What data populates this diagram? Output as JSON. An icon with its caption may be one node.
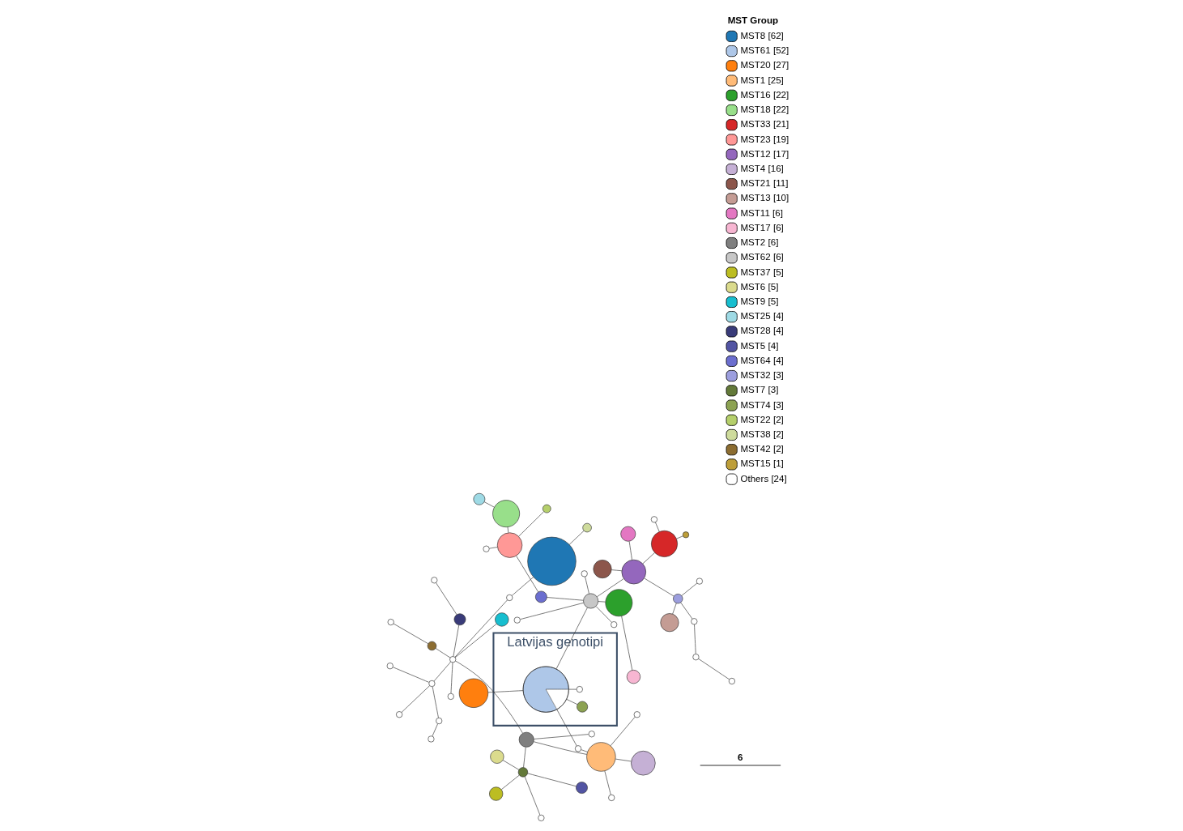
{
  "diagram": {
    "nodes": [
      {
        "text": [
          "Latvijas genotipi"
        ]
      },
      {
        "text": [],
        "shape": "circle",
        "in": 0
      },
      {
        "text": [],
        "shape": "circle",
        "in": 0
      },
      {
        "text": [],
        "shape": "circle",
        "in": 0
      },
      {
        "text": [],
        "shape": "circle"
      },
      {
        "text": [],
        "shape": "circle"
      },
      {
        "text": [],
        "shape": "circle"
      },
      {
        "text": [],
        "shape": "circle"
      },
      {
        "text": [],
        "shape": "circle"
      },
      {
        "text": [],
        "shape": "circle"
      },
      {
        "text": [],
        "shape": "circle"
      },
      {
        "text": [],
        "shape": "circle"
      },
      {
        "text": [],
        "shape": "circle"
      },
      {
        "text": [],
        "shape": "circle"
      },
      {
        "text": [],
        "shape": "circle"
      },
      {
        "text": [],
        "shape": "circle"
      },
      {
        "text": [],
        "shape": "circle"
      },
      {
        "text": [],
        "shape": "circle"
      },
      {
        "text": [],
        "shape": "circle"
      },
      {
        "text": [],
        "shape": "circle"
      },
      {
        "text": [],
        "shape": "circle"
      },
      {
        "text": [],
        "shape": "circle"
      },
      {
        "text": [],
        "shape": "circle"
      },
      {
        "text": [],
        "shape": "circle"
      },
      {
        "text": [],
        "shape": "circle"
      },
      {
        "text": [],
        "shape": "circle"
      },
      {
        "text": [],
        "shape": "circle"
      },
      {
        "text": [],
        "shape": "circle"
      },
      {
        "text": [],
        "shape": "circle"
      },
      {
        "text": [],
        "shape": "circle"
      },
      {
        "text": [],
        "shape": "circle"
      },
      {
        "text": [],
        "shape": "circle"
      },
      {
        "text": [],
        "shape": "circle"
      },
      {
        "text": [],
        "shape": "circle"
      },
      {
        "text": [],
        "shape": "circle"
      },
      {
        "text": [],
        "shape": "circle"
      },
      {
        "text": [],
        "shape": "circle"
      },
      {
        "text": [],
        "shape": "circle"
      },
      {
        "text": [],
        "shape": "circle"
      },
      {
        "text": [],
        "shape": "circle"
      },
      {
        "text": [],
        "shape": "circle"
      },
      {
        "text": [],
        "shape": "circle"
      },
      {
        "text": [],
        "shape": "circle"
      },
      {
        "text": [],
        "shape": "circle"
      },
      {
        "text": [],
        "shape": "circle"
      },
      {
        "text": [],
        "shape": "circle"
      },
      {
        "text": [],
        "shape": "circle"
      },
      {
        "text": [],
        "shape": "circle"
      },
      {
        "text": [],
        "shape": "circle"
      },
      {
        "text": [],
        "shape": "circle"
      },
      {
        "text": [],
        "shape": "circle"
      },
      {
        "text": [],
        "shape": "circle"
      },
      {
        "text": [],
        "shape": "circle"
      },
      {
        "text": [],
        "shape": "circle"
      },
      {
        "text": [],
        "shape": "circle"
      },
      {
        "text": [],
        "shape": "circle"
      }
    ],
    "edges": [
      {
        "from": 1,
        "to": 2,
        "arrow": "none"
      },
      {
        "from": 1,
        "to": 3,
        "arrow": "none"
      },
      {
        "from": 1,
        "to": 4,
        "arrow": "none"
      },
      {
        "from": 1,
        "to": 5,
        "arrow": "none"
      },
      {
        "from": 5,
        "to": 6,
        "arrow": "none"
      },
      {
        "from": 1,
        "to": 32,
        "arrow": "none"
      },
      {
        "from": 6,
        "to": 7,
        "arrow": "none"
      },
      {
        "from": 6,
        "to": 8,
        "arrow": "none"
      },
      {
        "from": 6,
        "to": 9,
        "arrow": "none"
      },
      {
        "from": 6,
        "to": 10,
        "arrow": "none"
      },
      {
        "from": 10,
        "to": 11,
        "arrow": "none"
      },
      {
        "from": 11,
        "to": 12,
        "arrow": "none"
      },
      {
        "from": 11,
        "to": 13,
        "arrow": "none"
      },
      {
        "from": 11,
        "to": 14,
        "arrow": "none"
      },
      {
        "from": 11,
        "to": 15,
        "arrow": "none"
      },
      {
        "from": 10,
        "to": 16,
        "arrow": "none"
      },
      {
        "from": 10,
        "to": 17,
        "arrow": "none"
      },
      {
        "from": 17,
        "to": 18,
        "arrow": "none"
      },
      {
        "from": 18,
        "to": 19,
        "arrow": "none"
      },
      {
        "from": 17,
        "to": 20,
        "arrow": "none"
      },
      {
        "from": 20,
        "to": 21,
        "arrow": "none"
      },
      {
        "from": 17,
        "to": 22,
        "arrow": "none"
      },
      {
        "from": 17,
        "to": 23,
        "arrow": "none"
      },
      {
        "from": 17,
        "to": 24,
        "arrow": "none"
      },
      {
        "from": 24,
        "to": 25,
        "arrow": "none"
      },
      {
        "from": 25,
        "to": 26,
        "arrow": "none"
      },
      {
        "from": 17,
        "to": 27,
        "arrow": "none"
      },
      {
        "from": 27,
        "to": 28,
        "arrow": "none"
      },
      {
        "from": 27,
        "to": 29,
        "arrow": "none"
      },
      {
        "from": 27,
        "to": 30,
        "arrow": "none"
      },
      {
        "from": 30,
        "to": 31,
        "arrow": "none"
      },
      {
        "from": 32,
        "to": 33,
        "arrow": "none"
      },
      {
        "from": 32,
        "to": 34,
        "arrow": "none"
      },
      {
        "from": 32,
        "to": 35,
        "arrow": "none"
      },
      {
        "from": 32,
        "to": 36,
        "arrow": "none"
      },
      {
        "from": 32,
        "to": 37,
        "arrow": "none"
      },
      {
        "from": 37,
        "to": 38,
        "arrow": "none"
      },
      {
        "from": 36,
        "to": 39,
        "arrow": "none"
      },
      {
        "from": 39,
        "to": 40,
        "arrow": "none"
      },
      {
        "from": 40,
        "to": 41,
        "arrow": "none"
      },
      {
        "from": 39,
        "to": 42,
        "arrow": "none"
      },
      {
        "from": 39,
        "to": 43,
        "arrow": "none"
      },
      {
        "from": 32,
        "to": 44,
        "arrow": "none"
      },
      {
        "from": 44,
        "to": 45,
        "arrow": "none"
      },
      {
        "from": 44,
        "to": 46,
        "arrow": "none"
      },
      {
        "from": 46,
        "to": 47,
        "arrow": "none"
      },
      {
        "from": 46,
        "to": 48,
        "arrow": "none"
      },
      {
        "from": 46,
        "to": 49,
        "arrow": "none"
      },
      {
        "from": 49,
        "to": 50,
        "arrow": "none"
      },
      {
        "from": 50,
        "to": 51,
        "arrow": "none"
      },
      {
        "from": 44,
        "to": 52,
        "arrow": "none"
      },
      {
        "from": 52,
        "to": 53,
        "arrow": "none"
      },
      {
        "from": 52,
        "to": 54,
        "arrow": "none"
      },
      {
        "from": 44,
        "to": 55,
        "arrow": "none"
      }
    ],
    "labels": [
      "MST Group",
      "6"
    ],
    "legend": [
      {
        "text": "MST8 [62]",
        "color": "#1f77b4"
      },
      {
        "text": "MST61 [52]",
        "color": "#aec7e8"
      },
      {
        "text": "MST20 [27]",
        "color": "#ff7f0e"
      },
      {
        "text": "MST1 [25]",
        "color": "#ffbb78"
      },
      {
        "text": "MST16 [22]",
        "color": "#2ca02c"
      },
      {
        "text": "MST18 [22]",
        "color": "#98df8a"
      },
      {
        "text": "MST33 [21]",
        "color": "#d62728"
      },
      {
        "text": "MST23 [19]",
        "color": "#ff9896"
      },
      {
        "text": "MST12 [17]",
        "color": "#9467bd"
      },
      {
        "text": "MST4 [16]",
        "color": "#c5b0d5"
      },
      {
        "text": "MST21 [11]",
        "color": "#8c564b"
      },
      {
        "text": "MST13 [10]",
        "color": "#c49c94"
      },
      {
        "text": "MST11 [6]",
        "color": "#e377c2"
      },
      {
        "text": "MST17 [6]",
        "color": "#f7b6d2"
      },
      {
        "text": "MST2 [6]",
        "color": "#7f7f7f"
      },
      {
        "text": "MST62 [6]",
        "color": "#c7c7c7"
      },
      {
        "text": "MST37 [5]",
        "color": "#bcbd22"
      },
      {
        "text": "MST6 [5]",
        "color": "#dbdb8d"
      },
      {
        "text": "MST9 [5]",
        "color": "#17becf"
      },
      {
        "text": "MST25 [4]",
        "color": "#9edae5"
      },
      {
        "text": "MST28 [4]",
        "color": "#393b79"
      },
      {
        "text": "MST5 [4]",
        "color": "#5254a3"
      },
      {
        "text": "MST64 [4]",
        "color": "#6b6ecf"
      },
      {
        "text": "MST32 [3]",
        "color": "#9c9ede"
      },
      {
        "text": "MST7 [3]",
        "color": "#637939"
      },
      {
        "text": "MST74 [3]",
        "color": "#8ca252"
      },
      {
        "text": "MST22 [2]",
        "color": "#b5cf6b"
      },
      {
        "text": "MST38 [2]",
        "color": "#cedb9c"
      },
      {
        "text": "MST42 [2]",
        "color": "#8c6d31"
      },
      {
        "text": "MST15 [1]",
        "color": "#bd9e39"
      },
      {
        "text": "Others [24]",
        "color": "#ffffff"
      }
    ]
  }
}
